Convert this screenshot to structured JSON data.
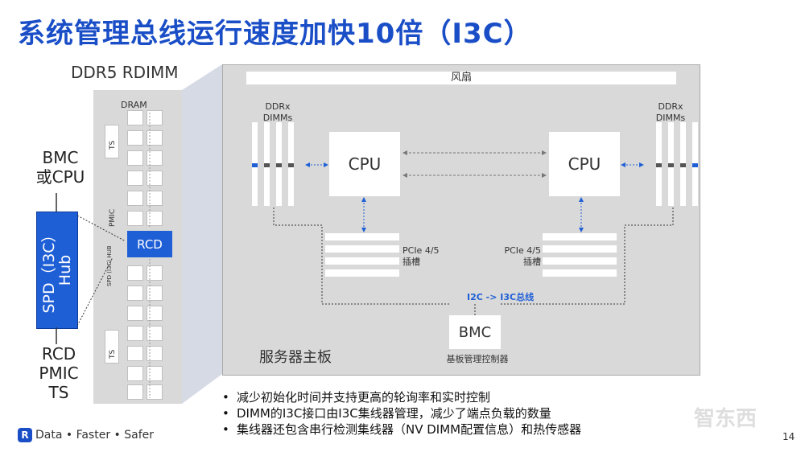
{
  "title": "系统管理总线运行速度加快10倍（I3C）",
  "rdimm": {
    "title": "DDR5 RDIMM",
    "dram_label": "DRAM",
    "ts_label": "TS",
    "pmic_label": "PMIC",
    "rcd_label": "RCD",
    "spd_hub_small": "SPD (I3C) HUB"
  },
  "left": {
    "top_text_1": "BMC",
    "top_text_2": "或CPU",
    "spd_line1": "SPD（I3C）",
    "spd_line2": "Hub",
    "bottom_1": "RCD",
    "bottom_2": "PMIC",
    "bottom_3": "TS"
  },
  "server": {
    "fan": "风扇",
    "dimm_left": "DDRx DIMMs",
    "dimm_right": "DDRx DIMMs",
    "cpu_left": "CPU",
    "cpu_right": "CPU",
    "pcie_left_1": "PCIe 4/5",
    "pcie_left_2": "插槽",
    "pcie_right_1": "PCIe 4/5",
    "pcie_right_2": "插槽",
    "bus_label": "I2C -> I3C总线",
    "bmc": "BMC",
    "bmc_caption": "基板管理控制器",
    "board_label": "服务器主板"
  },
  "bullets": [
    "减少初始化时间并支持更高的轮询率和实时控制",
    "DIMM的I3C接口由I3C集线器管理，减少了端点负载的数量",
    "集线器还包含串行检测集线器（NV DIMM配置信息）和热传感器"
  ],
  "footer": {
    "logo_letter": "R",
    "logo_text": "Data • Faster • Safer",
    "page": "14",
    "watermark": "智东西"
  },
  "colors": {
    "accent": "#1a4ec7",
    "hub": "#1f5fd6"
  }
}
